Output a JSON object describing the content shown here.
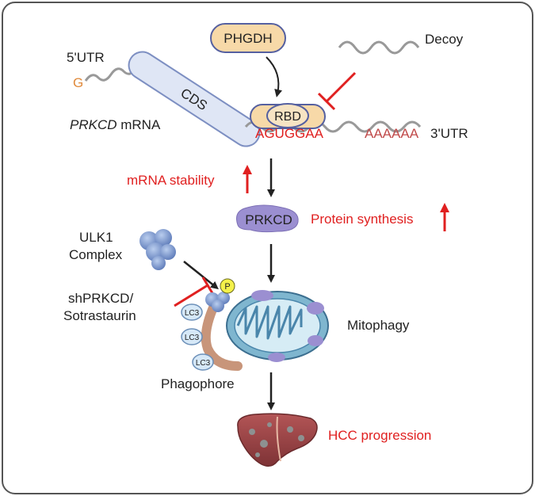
{
  "labels": {
    "phgdh": "PHGDH",
    "decoy": "Decoy",
    "utr5": "5'UTR",
    "g": "G",
    "cds": "CDS",
    "prkcd_italic": "PRKCD",
    "mrna_word": " mRNA",
    "rbd": "RBD",
    "motif": "AGUGGAA",
    "polya": "AAAAAA",
    "utr3": "3'UTR",
    "mrna_stability": "mRNA stability",
    "prkcd_protein": "PRKCD",
    "protein_synthesis": "Protein synthesis",
    "ulk1_line1": "ULK1",
    "ulk1_line2": "Complex",
    "sh_line1": "shPRKCD/",
    "sh_line2": "Sotrastaurin",
    "p": "P",
    "lc3": "LC3",
    "phagophore": "Phagophore",
    "mitophagy": "Mitophagy",
    "hcc": "HCC progression"
  },
  "colors": {
    "red": "#e02020",
    "phgdh_fill": "#f7d9a8",
    "cds_fill": "#dfe6f5",
    "prkcd_fill": "#9b8fd1",
    "mito_outer": "#7fb6cf",
    "lc3_fill": "#d6e8f7",
    "phagophore": "#c8957a",
    "liver": "#9c4548"
  }
}
